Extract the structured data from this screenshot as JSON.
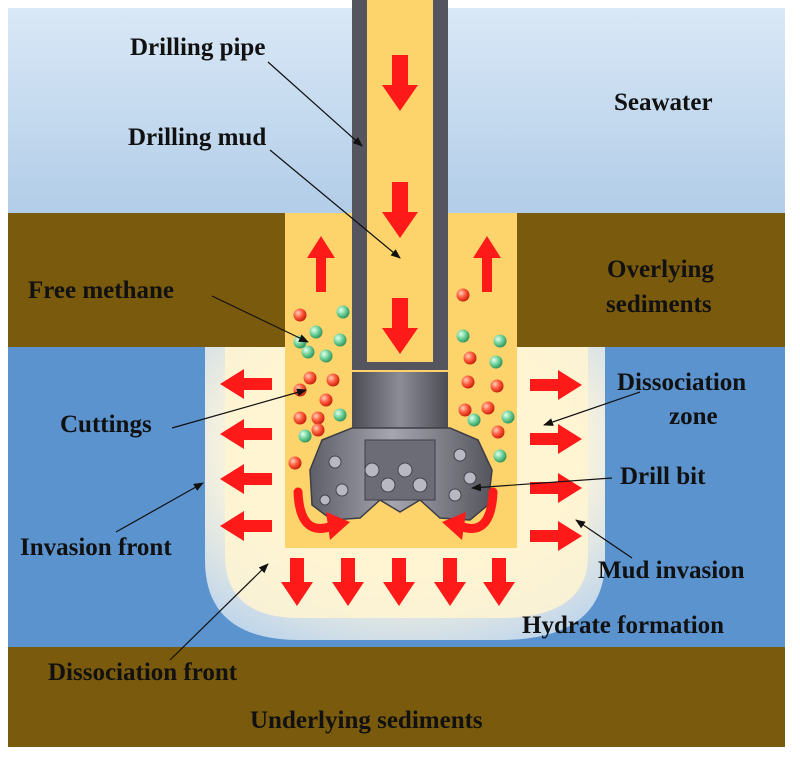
{
  "labels": {
    "drilling_pipe": "Drilling pipe",
    "drilling_mud": "Drilling mud",
    "seawater": "Seawater",
    "overlying_line1": "Overlying",
    "overlying_line2": "sediments",
    "free_methane": "Free methane",
    "dissociation_zone_line1": "Dissociation",
    "dissociation_zone_line2": "zone",
    "cuttings": "Cuttings",
    "drill_bit": "Drill bit",
    "invasion_front": "Invasion front",
    "mud_invasion": "Mud invasion",
    "hydrate_formation": "Hydrate formation",
    "dissociation_front": "Dissociation front",
    "underlying_sediments": "Underlying sediments"
  },
  "colors": {
    "seawater_top": "#cfe2f3",
    "seawater_bottom": "#b6d0ea",
    "sediment": "#7a5a0c",
    "hydrate": "#5b93cf",
    "dissociation_outer": "#c9dcef",
    "dissociation_inner": "#fff4d1",
    "mud": "#fcd46b",
    "pipe_wall": "#555560",
    "arrow": "#ff1a1a",
    "methane_bubble": "#6fd39a",
    "cuttings_bubble": "#ff5a3c",
    "bit": "#7c7c86"
  }
}
